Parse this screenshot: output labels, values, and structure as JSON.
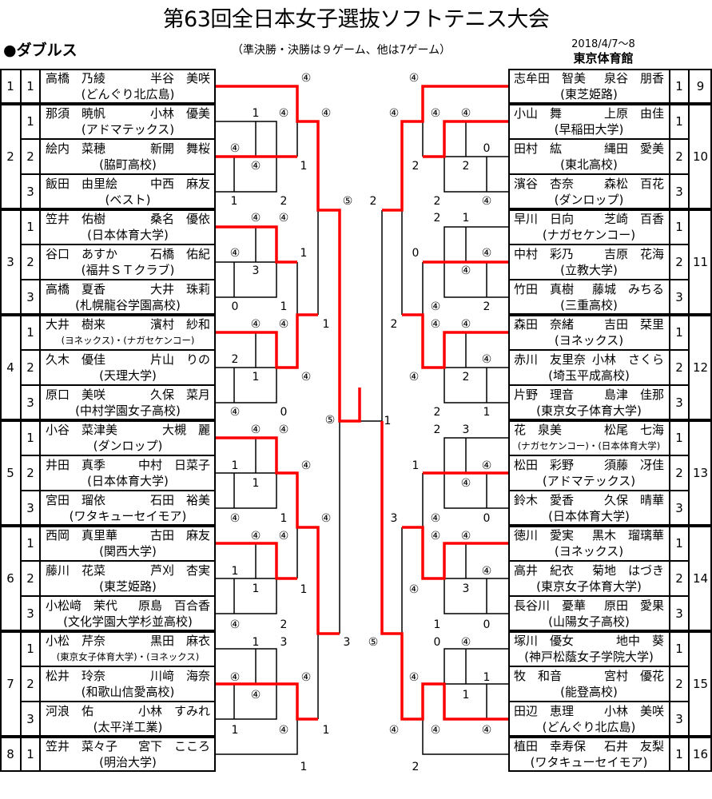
{
  "header": {
    "title": "第63回全日本女子選抜ソフトテニス大会",
    "event": "●ダブルス",
    "note": "（準決勝・決勝は９ゲーム、他は7ゲーム）",
    "date": "2018/4/7～8",
    "venue": "東京体育館"
  },
  "left": {
    "blocks": [
      {
        "no": "1",
        "entries": [
          {
            "sub": "1",
            "p1": "高橋　乃綾",
            "p2": "半谷　美咲",
            "team": "(どんぐり北広島)"
          }
        ]
      },
      {
        "no": "2",
        "entries": [
          {
            "sub": "1",
            "p1": "那須　暁帆",
            "p2": "小林　優美",
            "team": "(アドマテックス)"
          },
          {
            "sub": "2",
            "p1": "絵内　菜穂",
            "p2": "新開　舞桜",
            "team": "(脇町高校)"
          },
          {
            "sub": "3",
            "p1": "飯田　由里絵",
            "p2": "中西　麻友",
            "team": "(ベスト)"
          }
        ]
      },
      {
        "no": "3",
        "entries": [
          {
            "sub": "1",
            "p1": "笠井　佑樹",
            "p2": "桑名　優依",
            "team": "(日本体育大学)"
          },
          {
            "sub": "2",
            "p1": "谷口　あすか",
            "p2": "石橋　佑紀",
            "team": "(福井ＳＴクラブ)"
          },
          {
            "sub": "3",
            "p1": "高橋　夏香",
            "p2": "大井　珠莉",
            "team": "(札幌龍谷学園高校)"
          }
        ]
      },
      {
        "no": "4",
        "entries": [
          {
            "sub": "1",
            "p1": "大井　樹来",
            "p2": "濱村　紗和",
            "team": "(ヨネックス)・(ナガセケンコー)"
          },
          {
            "sub": "2",
            "p1": "久木　優佳",
            "p2": "片山　りの",
            "team": "(天理大学)"
          },
          {
            "sub": "3",
            "p1": "原口　美咲",
            "p2": "久保　菜月",
            "team": "(中村学園女子高校)"
          }
        ]
      },
      {
        "no": "5",
        "entries": [
          {
            "sub": "1",
            "p1": "小谷　菜津美",
            "p2": "大槻　麗",
            "team": "(ダンロップ)"
          },
          {
            "sub": "2",
            "p1": "井田　真季",
            "p2": "中村　日菜子",
            "team": "(日本体育大学)"
          },
          {
            "sub": "3",
            "p1": "宮田　瑠依",
            "p2": "石田　裕美",
            "team": "(ワタキューセイモア)"
          }
        ]
      },
      {
        "no": "6",
        "entries": [
          {
            "sub": "1",
            "p1": "西岡　真里華",
            "p2": "古田　麻友",
            "team": "(関西大学)"
          },
          {
            "sub": "2",
            "p1": "藤川　花菜",
            "p2": "芦刈　杏実",
            "team": "(東芝姫路)"
          },
          {
            "sub": "3",
            "p1": "小松﨑　茉代",
            "p2": "原島　百合香",
            "team": "(文化学園大学杉並高校)"
          }
        ]
      },
      {
        "no": "7",
        "entries": [
          {
            "sub": "1",
            "p1": "小松　芹奈",
            "p2": "黒田　麻衣",
            "team": "(東京女子体育大学)・(ヨネックス)"
          },
          {
            "sub": "2",
            "p1": "松井　玲奈",
            "p2": "川﨑　海奈",
            "team": "(和歌山信愛高校)"
          },
          {
            "sub": "3",
            "p1": "河浪　佑",
            "p2": "小林　すみれ",
            "team": "(太平洋工業)"
          }
        ]
      },
      {
        "no": "8",
        "entries": [
          {
            "sub": "1",
            "p1": "笠井　菜々子",
            "p2": "宮下　こころ",
            "team": "(明治大学)"
          }
        ]
      }
    ]
  },
  "right": {
    "blocks": [
      {
        "no": "9",
        "entries": [
          {
            "sub": "1",
            "p1": "志牟田　智美",
            "p2": "泉谷　朋香",
            "team": "(東芝姫路)"
          }
        ]
      },
      {
        "no": "10",
        "entries": [
          {
            "sub": "1",
            "p1": "小山　舞",
            "p2": "上原　由佳",
            "team": "(早稲田大学)"
          },
          {
            "sub": "2",
            "p1": "田村　紘",
            "p2": "縄田　愛美",
            "team": "(東北高校)"
          },
          {
            "sub": "3",
            "p1": "濱谷　杏奈",
            "p2": "森松　百花",
            "team": "(ダンロップ)"
          }
        ]
      },
      {
        "no": "11",
        "entries": [
          {
            "sub": "1",
            "p1": "早川　日向",
            "p2": "芝崎　百香",
            "team": "(ナガセケンコー)"
          },
          {
            "sub": "2",
            "p1": "中村　彩乃",
            "p2": "吉原　花海",
            "team": "(立教大学)"
          },
          {
            "sub": "3",
            "p1": "竹田　真樹",
            "p2": "藤城　みちる",
            "team": "(三重高校)"
          }
        ]
      },
      {
        "no": "12",
        "entries": [
          {
            "sub": "1",
            "p1": "森田　奈緒",
            "p2": "吉田　栞里",
            "team": "(ヨネックス)"
          },
          {
            "sub": "2",
            "p1": "赤川　友里奈",
            "p2": "小林　さくら",
            "team": "(埼玉平成高校)"
          },
          {
            "sub": "3",
            "p1": "片野　理音",
            "p2": "島津　佳那",
            "team": "(東京女子体育大学)"
          }
        ]
      },
      {
        "no": "13",
        "entries": [
          {
            "sub": "1",
            "p1": "花　泉美",
            "p2": "松尾　七海",
            "team": "(ナガセケンコー)・(日本体育大学)"
          },
          {
            "sub": "2",
            "p1": "松田　彩野",
            "p2": "須藤　冴佳",
            "team": "(アドマテックス)"
          },
          {
            "sub": "3",
            "p1": "鈴木　愛香",
            "p2": "久保　晴華",
            "team": "(日本体育大学)"
          }
        ]
      },
      {
        "no": "14",
        "entries": [
          {
            "sub": "1",
            "p1": "徳川　愛実",
            "p2": "黒木　瑠璃華",
            "team": "(ヨネックス)"
          },
          {
            "sub": "2",
            "p1": "高井　紀衣",
            "p2": "菊地　はづき",
            "team": "(東京女子体育大学)"
          },
          {
            "sub": "3",
            "p1": "長谷川　憂華",
            "p2": "原田　愛果",
            "team": "(山陽女子高校)"
          }
        ]
      },
      {
        "no": "15",
        "entries": [
          {
            "sub": "1",
            "p1": "塚川　優女",
            "p2": "地中　葵",
            "team": "(神戸松蔭女子学院大学)"
          },
          {
            "sub": "2",
            "p1": "牧　和音",
            "p2": "宮村　優花",
            "team": "(能登高校)"
          },
          {
            "sub": "3",
            "p1": "田辺　恵理",
            "p2": "小林　美咲",
            "team": "(どんぐり北広島)"
          }
        ]
      },
      {
        "no": "16",
        "entries": [
          {
            "sub": "1",
            "p1": "植田　幸寿保",
            "p2": "石井　友梨",
            "team": "(ワタキューセイモア)"
          }
        ]
      }
    ]
  },
  "scores": [
    "④",
    "1",
    "④",
    "④",
    "④",
    "④",
    "1",
    "1",
    "2",
    "⑤",
    "2",
    "④",
    "④",
    "④",
    "1",
    "3",
    "0",
    "1",
    "④",
    "④",
    "1",
    "2",
    "2",
    "1",
    "④",
    "④",
    "0",
    "⑤",
    "1",
    "④",
    "④",
    "④",
    "④",
    "0",
    "2",
    "2",
    "2",
    "④",
    "2",
    "1",
    "0",
    "④",
    "④",
    "④",
    "2",
    "④",
    "④",
    "④",
    "2",
    "④",
    "2",
    "1",
    "④",
    "④",
    "1",
    "④",
    "1",
    "④",
    "1",
    "④",
    "④",
    "④",
    "1",
    "1",
    "1",
    "④",
    "2",
    "1",
    "3",
    "3",
    "⑤",
    "④",
    "④",
    "④",
    "1",
    "④",
    "1",
    "1",
    "2",
    "3",
    "1",
    "④",
    "④",
    "3",
    "④",
    "0",
    "④",
    "④",
    "④",
    "④",
    "3",
    "1",
    "0",
    "0",
    "④",
    "④",
    "1",
    "1",
    "④",
    "④",
    "④",
    "2"
  ],
  "colors": {
    "winner_line": "#ff0000",
    "line": "#000000"
  }
}
